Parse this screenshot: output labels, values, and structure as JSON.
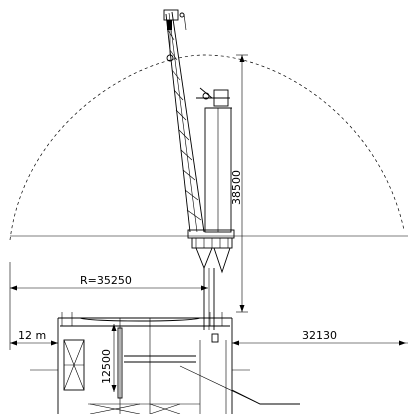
{
  "dimensions": {
    "radius": "R=35250",
    "height_boom": "38500",
    "right_reach": "32130",
    "left_offset": "12 m",
    "pedestal_height": "12500"
  }
}
